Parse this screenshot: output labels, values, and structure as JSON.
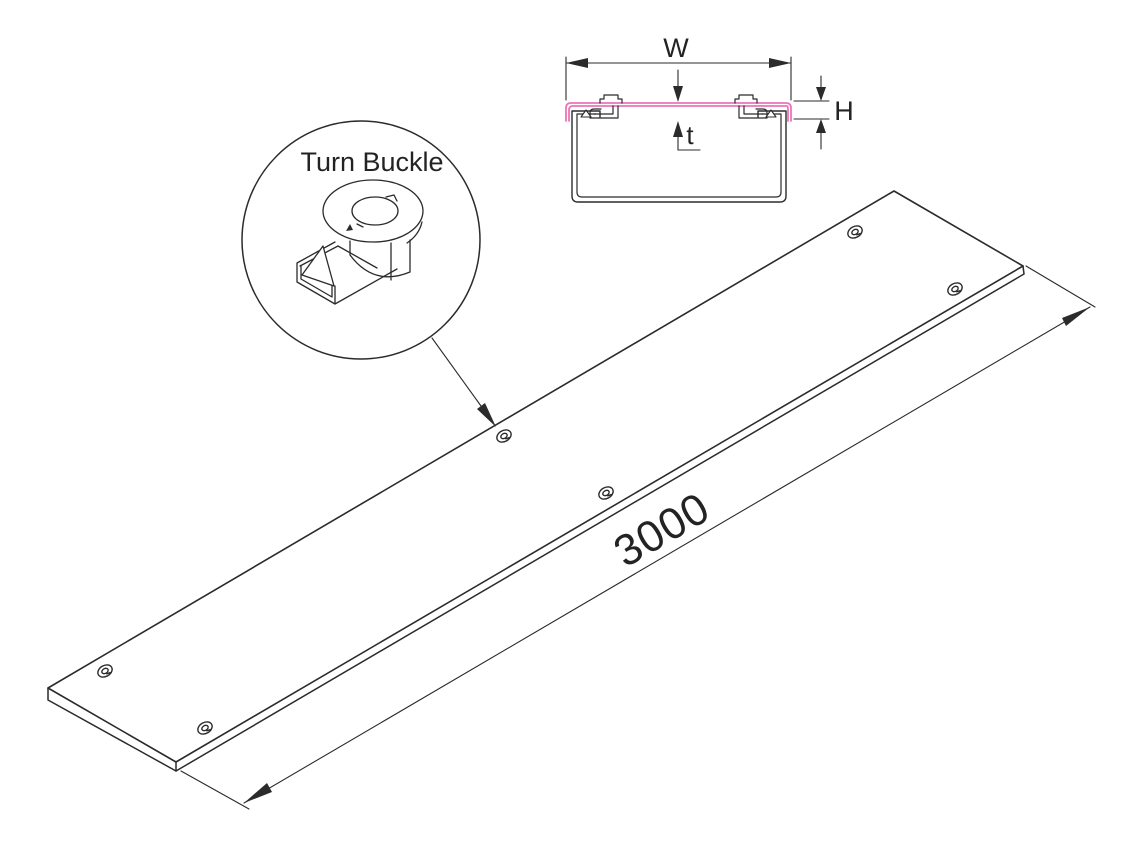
{
  "colors": {
    "line": "#2b2b2b",
    "accent_pink": "#ec74b8"
  },
  "cross_section_view": {
    "width_label": "W",
    "height_label": "H",
    "thickness_label": "t"
  },
  "detail_callout": {
    "title": "Turn Buckle"
  },
  "isometric_view": {
    "length_label": "3000",
    "fastener_count": 6
  }
}
